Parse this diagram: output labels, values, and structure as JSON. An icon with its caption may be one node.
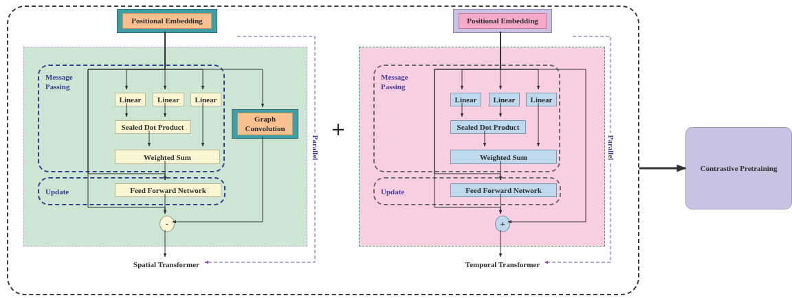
{
  "diagram": {
    "nodes": [
      {
        "text": [],
        "shape": "box"
      },
      {
        "text": [
          "Positional Embedding"
        ],
        "in": 0
      },
      {
        "text": [],
        "shape": "box",
        "in": 0
      },
      {
        "text": [
          "Message Passing"
        ],
        "in": 2
      },
      {
        "text": [
          "Linear"
        ],
        "in": 3
      },
      {
        "text": [
          "Linear"
        ],
        "in": 3
      },
      {
        "text": [
          "Linear"
        ],
        "in": 3
      },
      {
        "text": [
          "Sealed Dot Product"
        ],
        "in": 3
      },
      {
        "text": [
          "Weighted Sum"
        ],
        "in": 3
      },
      {
        "text": [
          "Update"
        ],
        "in": 2
      },
      {
        "text": [
          "Feed Forward Network"
        ],
        "in": 9
      },
      {
        "text": [
          "Graph Convolution"
        ],
        "in": 2
      },
      {
        "text": [
          "-"
        ],
        "in": 2
      },
      {
        "text": [
          "Spatial Transformer"
        ],
        "in": 0
      },
      {
        "text": [
          "Positional Embedding"
        ],
        "in": 0
      },
      {
        "text": [],
        "shape": "box",
        "in": 0
      },
      {
        "text": [
          "Message Passing"
        ],
        "in": 15
      },
      {
        "text": [
          "Linear"
        ],
        "in": 16
      },
      {
        "text": [
          "Linear"
        ],
        "in": 16
      },
      {
        "text": [
          "Linear"
        ],
        "in": 16
      },
      {
        "text": [
          "Sealed Dot Product"
        ],
        "in": 16
      },
      {
        "text": [
          "Weighted Sum"
        ],
        "in": 16
      },
      {
        "text": [
          "Update"
        ],
        "in": 15
      },
      {
        "text": [
          "Feed Forward Network"
        ],
        "in": 22
      },
      {
        "text": [
          "+"
        ],
        "in": 15
      },
      {
        "text": [
          "Temporal Transformer"
        ],
        "in": 0
      },
      {
        "text": [
          "Contrastive Pretraining"
        ]
      }
    ],
    "edges": [
      {
        "from": 1,
        "to": 5,
        "arrow": "to"
      },
      {
        "from": 1,
        "to": 4,
        "arrow": "to"
      },
      {
        "from": 1,
        "to": 6,
        "arrow": "to"
      },
      {
        "from": 1,
        "to": 11,
        "arrow": "to"
      },
      {
        "from": 1,
        "to": 12,
        "arrow": "to"
      },
      {
        "from": 1,
        "to": 10,
        "arrow": "to"
      },
      {
        "from": 4,
        "to": 7,
        "arrow": "to"
      },
      {
        "from": 5,
        "to": 7,
        "arrow": "to"
      },
      {
        "from": 7,
        "to": 8,
        "arrow": "to"
      },
      {
        "from": 6,
        "to": 8,
        "arrow": "to"
      },
      {
        "from": 8,
        "to": 10,
        "arrow": "to"
      },
      {
        "from": 10,
        "to": 12,
        "arrow": "to"
      },
      {
        "from": 11,
        "to": 12,
        "arrow": "to"
      },
      {
        "from": 12,
        "to": 13,
        "arrow": "to"
      },
      {
        "from": null,
        "to": 13,
        "arrow": "to",
        "label": "Parallel",
        "style": "dashed",
        "color": "#7b4fb0"
      },
      {
        "from": 14,
        "to": 18,
        "arrow": "to"
      },
      {
        "from": 14,
        "to": 17,
        "arrow": "to"
      },
      {
        "from": 14,
        "to": 19,
        "arrow": "to"
      },
      {
        "from": 14,
        "to": 24,
        "arrow": "to"
      },
      {
        "from": 14,
        "to": 23,
        "arrow": "to"
      },
      {
        "from": 14,
        "to": 24,
        "arrow": "to"
      },
      {
        "from": 17,
        "to": 20,
        "arrow": "to"
      },
      {
        "from": 18,
        "to": 20,
        "arrow": "to"
      },
      {
        "from": 20,
        "to": 21,
        "arrow": "to"
      },
      {
        "from": 19,
        "to": 21,
        "arrow": "to"
      },
      {
        "from": 21,
        "to": 23,
        "arrow": "to"
      },
      {
        "from": 23,
        "to": 24,
        "arrow": "to"
      },
      {
        "from": 24,
        "to": 25,
        "arrow": "to"
      },
      {
        "from": null,
        "to": 25,
        "arrow": "to",
        "label": "Parallel",
        "style": "dashed",
        "color": "#7b4fb0"
      },
      {
        "from": 0,
        "to": 26,
        "arrow": "to",
        "style": "thick"
      }
    ],
    "labels": [
      "+"
    ]
  }
}
